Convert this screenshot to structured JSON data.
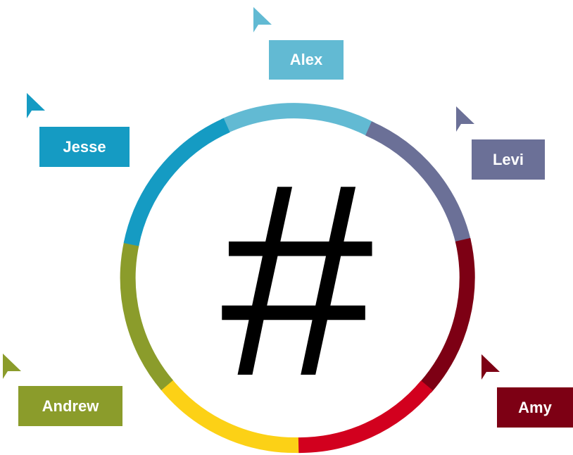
{
  "center_symbol": "#",
  "people": [
    {
      "name": "Alex",
      "color": "#62BAD3",
      "icon": "pointer-arrow-icon"
    },
    {
      "name": "Levi",
      "color": "#6B7097",
      "icon": "pointer-arrow-icon"
    },
    {
      "name": "Amy",
      "color": "#7D0014",
      "icon": "pointer-arrow-icon"
    },
    {
      "name": "Andrew",
      "color": "#8B9C2B",
      "icon": "pointer-arrow-icon"
    },
    {
      "name": "Jesse",
      "color": "#159BC3",
      "icon": "pointer-arrow-icon"
    }
  ],
  "ring_colors": {
    "light_blue": "#62BAD3",
    "slate": "#6B7097",
    "maroon": "#7D0014",
    "red": "#D2001E",
    "yellow": "#FCD116",
    "olive": "#8B9C2B",
    "teal": "#159BC3"
  }
}
